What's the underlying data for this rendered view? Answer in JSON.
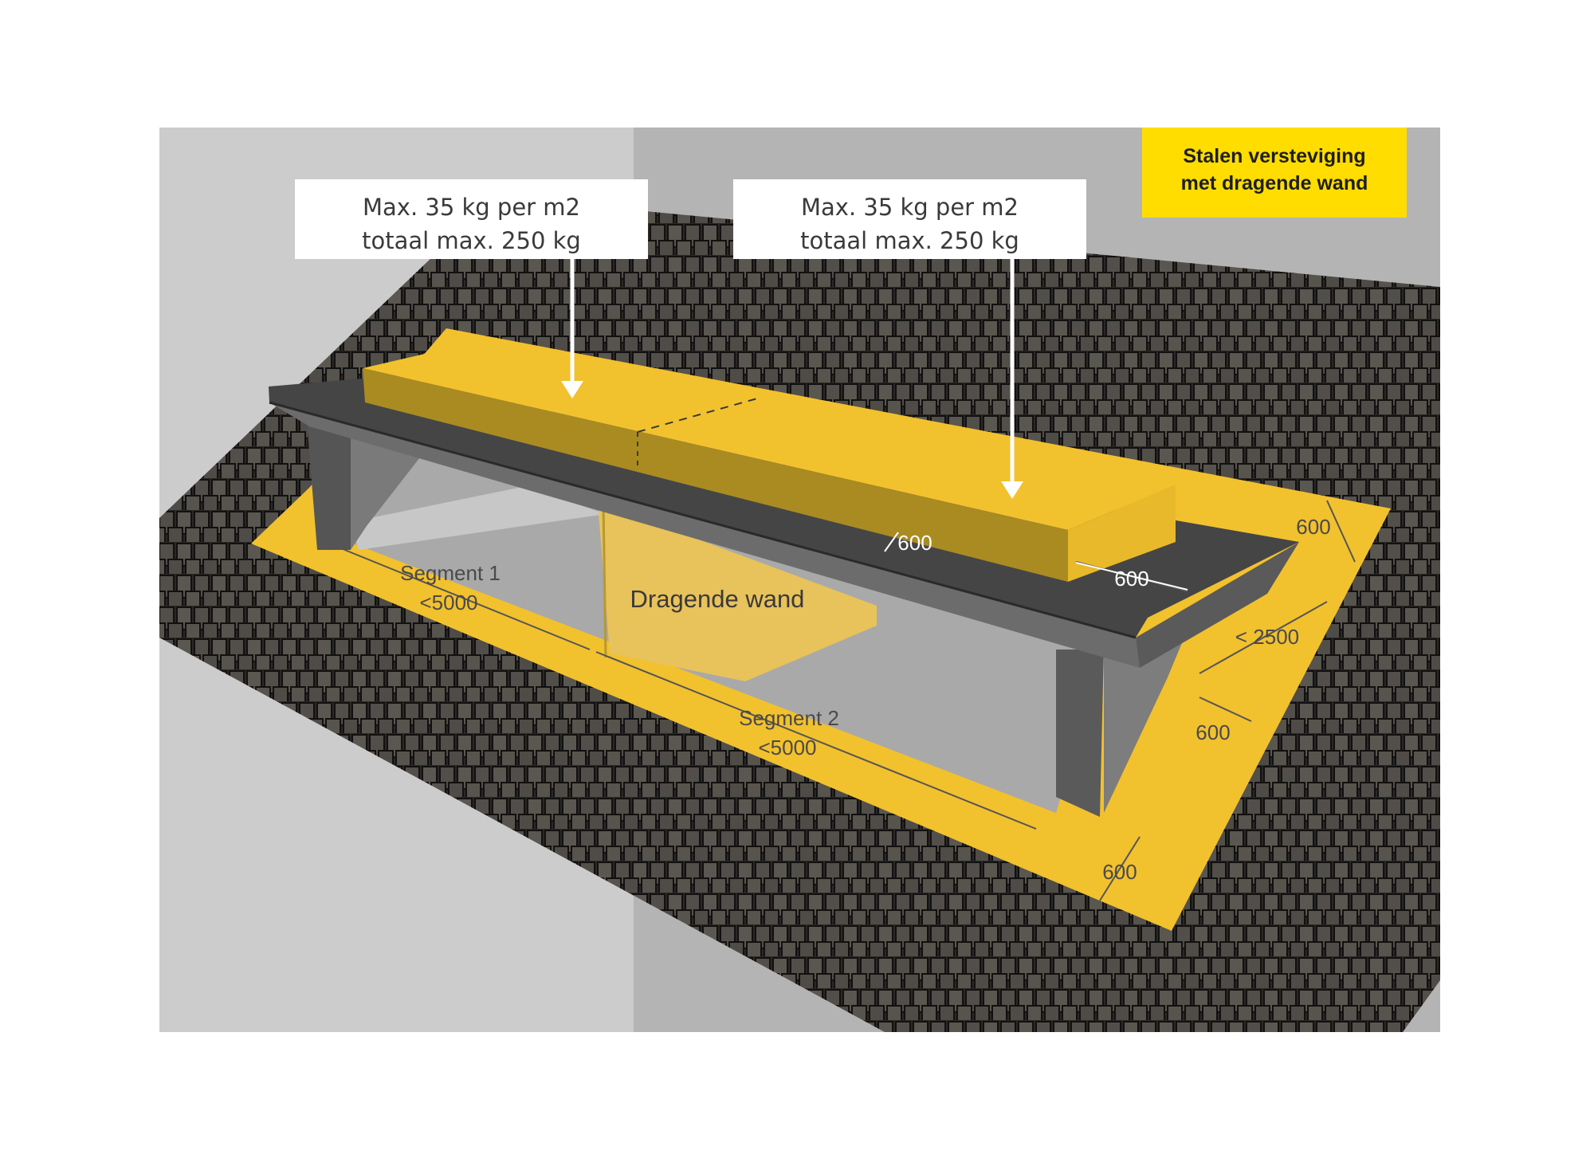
{
  "badge": {
    "line1": "Stalen versteviging",
    "line2": "met dragende wand",
    "color": "#ffdd00"
  },
  "callouts": [
    {
      "line1": "Max. 35 kg per m2",
      "line2": "totaal max. 250 kg"
    },
    {
      "line1": "Max. 35 kg per m2",
      "line2": "totaal max. 250 kg"
    }
  ],
  "labels": {
    "wall": "Dragende wand",
    "segment1_name": "Segment 1",
    "segment1_len": "<5000",
    "segment2_name": "Segment 2",
    "segment2_len": "<5000"
  },
  "dimensions": {
    "beam_depth": "600",
    "load_offset": "600",
    "side_top": "600",
    "depth": "< 2500",
    "side_mid": "600",
    "front": "600"
  },
  "colors": {
    "wall_bg_left": "#cccccc",
    "wall_bg_right": "#b4b4b4",
    "roof": "#2d2a26",
    "reinforcement": "#f2c12e",
    "load_top": "#f2c12e",
    "load_side": "#a98b22",
    "beam_top": "#454545",
    "beam_face": "#6c6c6c",
    "dragende_wand": "#e8c25a"
  }
}
